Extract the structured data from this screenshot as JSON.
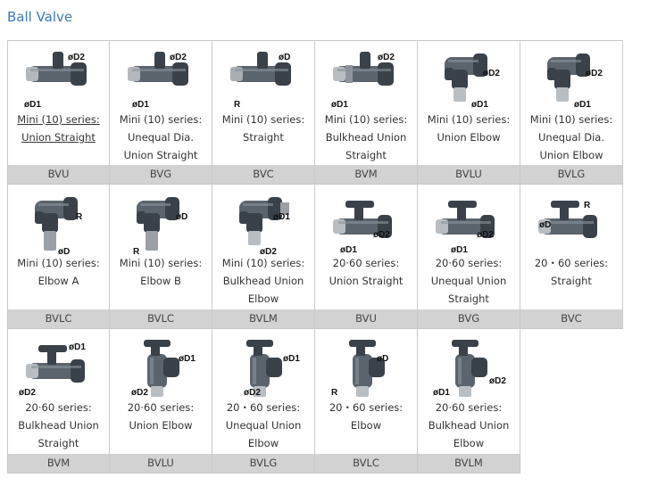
{
  "page": {
    "title": "Ball Valve"
  },
  "products": [
    {
      "lines": [
        "Mini (10) series:",
        "Union Straight"
      ],
      "code": "BVU",
      "labels": [
        "øD2",
        "øD1"
      ],
      "link": true
    },
    {
      "lines": [
        "Mini (10) series:",
        "Unequal Dia.",
        "Union Straight"
      ],
      "code": "BVG",
      "labels": [
        "øD2",
        "øD1"
      ]
    },
    {
      "lines": [
        "Mini (10) series:",
        "Straight"
      ],
      "code": "BVC",
      "labels": [
        "øD",
        "R"
      ]
    },
    {
      "lines": [
        "Mini (10) series:",
        "Bulkhead Union",
        "Straight"
      ],
      "code": "BVM",
      "labels": [
        "øD2",
        "øD1"
      ]
    },
    {
      "lines": [
        "Mini (10) series:",
        "Union Elbow"
      ],
      "code": "BVLU",
      "labels": [
        "øD2",
        "øD1"
      ]
    },
    {
      "lines": [
        "Mini (10) series:",
        "Unequal Dia.",
        "Union Elbow"
      ],
      "code": "BVLG",
      "labels": [
        "øD2",
        "øD1"
      ]
    },
    {
      "lines": [
        "Mini (10) series:",
        "Elbow A"
      ],
      "code": "BVLC",
      "labels": [
        "R",
        "øD"
      ]
    },
    {
      "lines": [
        "Mini (10) series:",
        "Elbow B"
      ],
      "code": "BVLC",
      "labels": [
        "øD",
        "R"
      ]
    },
    {
      "lines": [
        "Mini (10) series:",
        "Bulkhead Union",
        "Elbow"
      ],
      "code": "BVLM",
      "labels": [
        "øD1",
        "øD2"
      ]
    },
    {
      "lines": [
        "20·60 series:",
        "Union Straight"
      ],
      "code": "BVU",
      "labels": [
        "øD2",
        "øD1"
      ]
    },
    {
      "lines": [
        "20·60 series:",
        "Unequal Union",
        "Straight"
      ],
      "code": "BVG",
      "labels": [
        "øD2",
        "øD1"
      ]
    },
    {
      "lines": [
        "20・60 series:",
        "Straight"
      ],
      "code": "BVC",
      "labels": [
        "R",
        "øD"
      ]
    },
    {
      "lines": [
        "20·60 series:",
        "Bulkhead Union",
        "Straight"
      ],
      "code": "BVM",
      "labels": [
        "øD1",
        "øD2"
      ]
    },
    {
      "lines": [
        "20·60 series:",
        "Union Elbow"
      ],
      "code": "BVLU",
      "labels": [
        "øD1",
        "øD2"
      ]
    },
    {
      "lines": [
        "20・60 series:",
        "Unequal Union",
        "Elbow"
      ],
      "code": "BVLG",
      "labels": [
        "øD1",
        "øD2"
      ]
    },
    {
      "lines": [
        "20・60 series:",
        "Elbow"
      ],
      "code": "BVLC",
      "labels": [
        "øD",
        "R"
      ]
    },
    {
      "lines": [
        "20·60 series:",
        "Bulkhead Union",
        "Elbow"
      ],
      "code": "BVLM",
      "labels": [
        "øD2",
        "øD1"
      ]
    }
  ]
}
